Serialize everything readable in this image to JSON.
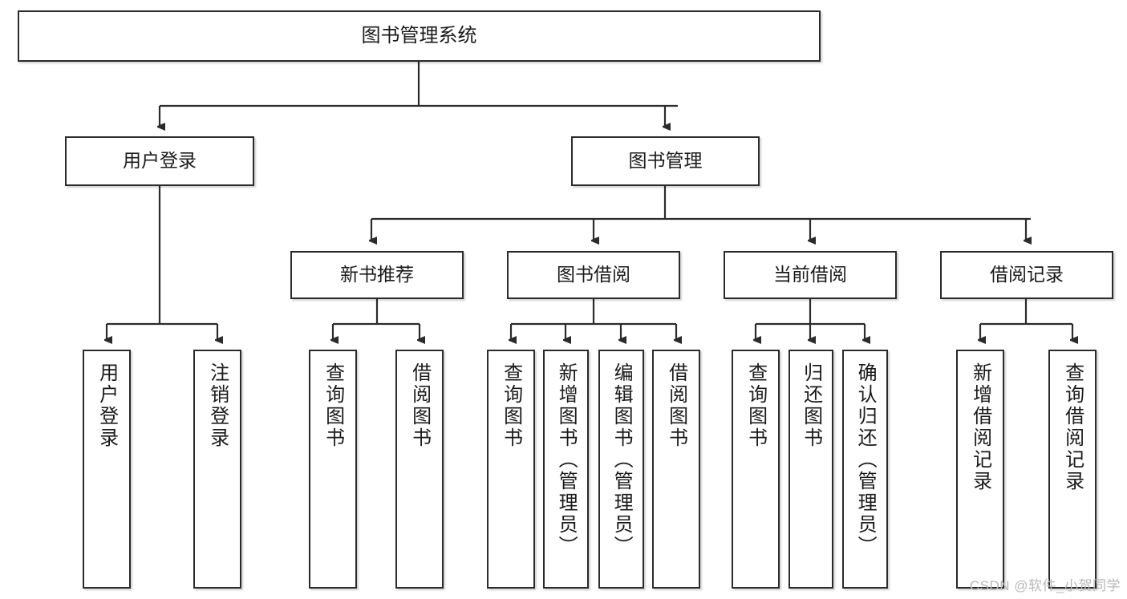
{
  "diagram": {
    "title": "图书管理系统",
    "type": "tree-hierarchy",
    "watermark": "CSDN @软件_小贺同学",
    "colors": {
      "node_border": "#2b2b2b",
      "node_fill": "#ffffff",
      "edge": "#2b2b2b",
      "text": "#1a1a1a",
      "watermark": "#b8b8b8"
    }
  },
  "nodes": {
    "root": {
      "label": "图书管理系统"
    },
    "level2": [
      {
        "label": "用户登录"
      },
      {
        "label": "图书管理"
      }
    ],
    "level3": [
      {
        "label": "新书推荐"
      },
      {
        "label": "图书借阅"
      },
      {
        "label": "当前借阅"
      },
      {
        "label": "借阅记录"
      }
    ],
    "leaves_user_login": [
      {
        "label": "用户登录"
      },
      {
        "label": "注销登录"
      }
    ],
    "leaves_new_book": [
      {
        "label": "查询图书"
      },
      {
        "label": "借阅图书"
      }
    ],
    "leaves_borrow": [
      {
        "label": "查询图书"
      },
      {
        "label": "新增图书（管理员）"
      },
      {
        "label": "编辑图书（管理员）"
      },
      {
        "label": "借阅图书"
      }
    ],
    "leaves_current": [
      {
        "label": "查询图书"
      },
      {
        "label": "归还图书"
      },
      {
        "label": "确认归还（管理员）"
      }
    ],
    "leaves_records": [
      {
        "label": "新增借阅记录"
      },
      {
        "label": "查询借阅记录"
      }
    ]
  }
}
